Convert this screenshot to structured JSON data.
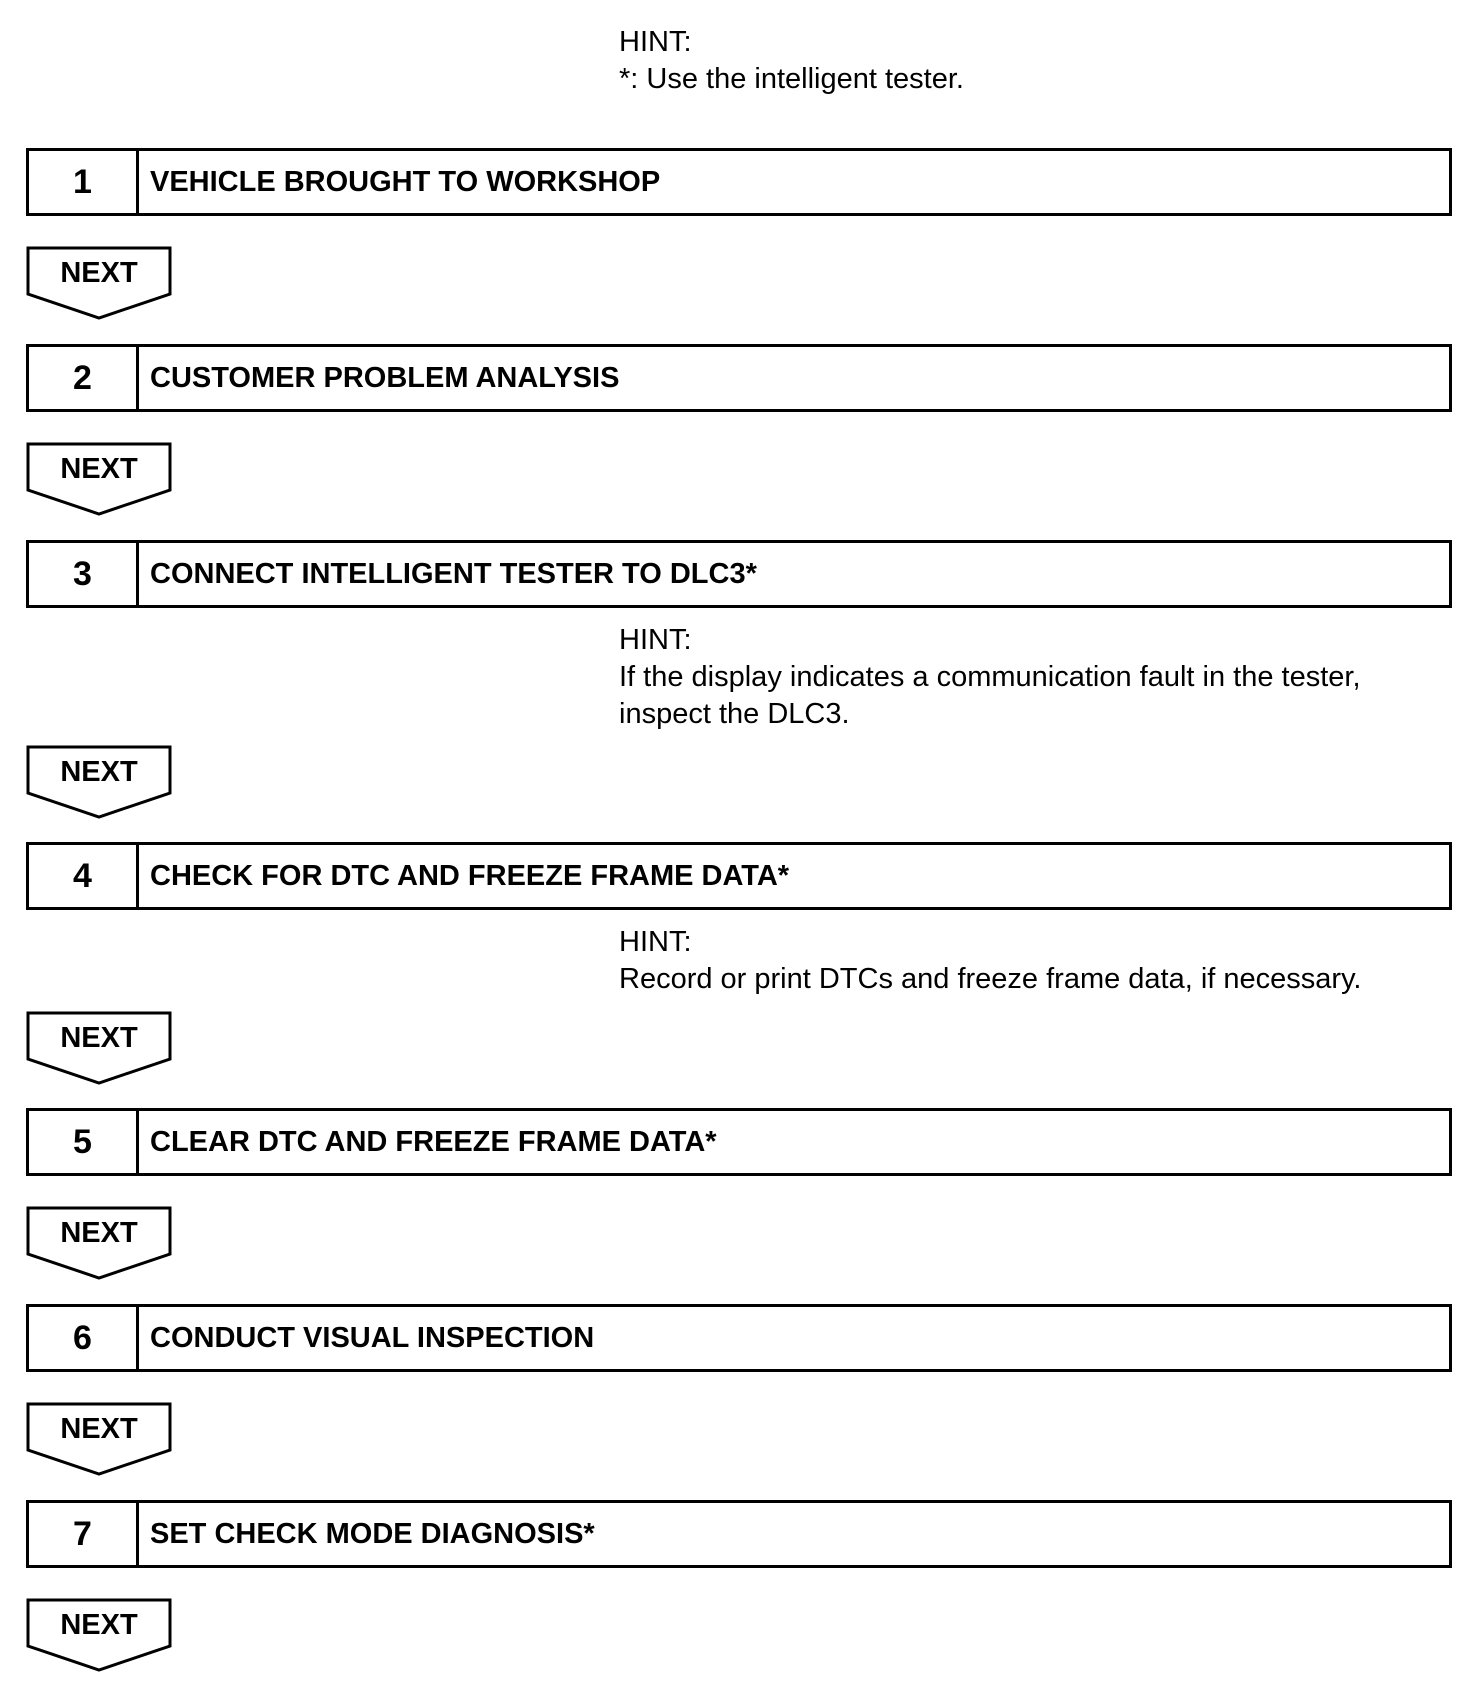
{
  "intro_hint": {
    "heading": "HINT:",
    "lines": [
      "*: Use the intelligent tester."
    ]
  },
  "steps": [
    {
      "number": "1",
      "title": "VEHICLE BROUGHT TO WORKSHOP"
    },
    {
      "number": "2",
      "title": "CUSTOMER PROBLEM ANALYSIS"
    },
    {
      "number": "3",
      "title": "CONNECT INTELLIGENT TESTER TO DLC3*",
      "hint": {
        "heading": "HINT:",
        "lines": [
          "If the display indicates a communication fault in the tester,",
          "inspect the DLC3."
        ]
      }
    },
    {
      "number": "4",
      "title": "CHECK FOR DTC AND FREEZE FRAME DATA*",
      "hint": {
        "heading": "HINT:",
        "lines": [
          "Record or print DTCs and freeze frame data, if necessary."
        ]
      }
    },
    {
      "number": "5",
      "title": "CLEAR DTC AND FREEZE FRAME DATA*"
    },
    {
      "number": "6",
      "title": "CONDUCT VISUAL INSPECTION"
    },
    {
      "number": "7",
      "title": "SET CHECK MODE DIAGNOSIS*"
    }
  ],
  "next_label": "NEXT",
  "next_icon": "next-arrow-icon"
}
